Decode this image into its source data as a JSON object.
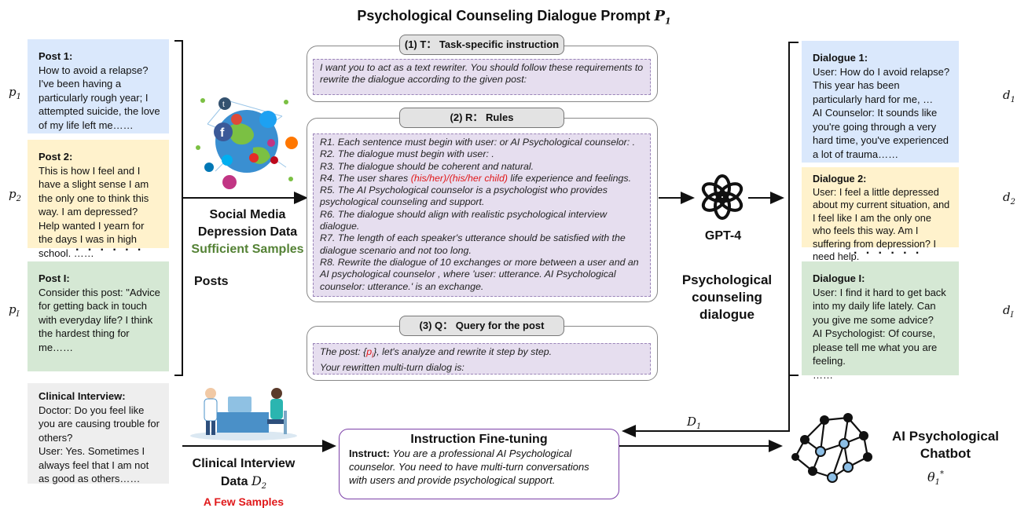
{
  "title": "Psychological Counseling Dialogue Prompt",
  "title_symbol": "P",
  "title_symbol_sub": "1",
  "posts": [
    {
      "header": "Post 1:",
      "text": "How to avoid a relapse? I've been having a particularly rough year; I attempted suicide, the love of my life left me……",
      "var": "p",
      "sub": "1"
    },
    {
      "header": "Post 2:",
      "text": "This is how I feel and I have a slight sense I am the only one to think this way. I am depressed? Help wanted I yearn for the days I was in high school. ……",
      "var": "p",
      "sub": "2"
    },
    {
      "header": "Post I:",
      "text": "Consider this post: \"Advice for getting back in touch with everyday life? I think the hardest thing for me……",
      "var": "p",
      "sub": "I"
    }
  ],
  "ellipsis": "· · · · · ·",
  "social_media": {
    "line1": "Social Media",
    "line2": "Depression Data",
    "samples": "Sufficient Samples",
    "posts_label": "Posts"
  },
  "prompt": {
    "task": {
      "tab": "(1) T： Task-specific instruction",
      "text": "I want you to act as a text rewriter. You should follow these requirements to rewrite the dialogue according to the given post:"
    },
    "rules": {
      "tab": "(2) R： Rules",
      "items": [
        "R1. Each sentence must begin with user: or AI Psychological counselor: .",
        "R2. The dialogue must begin with user: .",
        "R3. The dialogue should be coherent and natural.",
        "R4. The user shares (his/her)/(his/her child) life experience and feelings.",
        "R5. The AI Psychological counselor is a psychologist who provides psychological counseling and support.",
        "R6. The dialogue should align with realistic psychological interview dialogue.",
        "R7. The length of each speaker's utterance should be satisfied with the dialogue scenario and not too long.",
        "R8. Rewrite the dialogue of 10 exchanges or more between a user and an AI psychological counselor , where 'user: utterance. AI Psychological counselor: utterance.' is an exchange."
      ]
    },
    "query": {
      "tab": "(3) Q： Query for the post",
      "line1_a": "The post: {",
      "line1_var": "p",
      "line1_sub": "i",
      "line1_b": "}, let's analyze and rewrite it step by step.",
      "line2": "Your rewritten multi-turn dialog is:"
    }
  },
  "gpt": {
    "label": "GPT-4",
    "output_line1": "Psychological",
    "output_line2": "counseling",
    "output_line3": "dialogue"
  },
  "dialogues": [
    {
      "header": "Dialogue 1:",
      "text": "User: How do I avoid relapse? This year has been particularly hard for me, …\nAI Counselor: It sounds like you're going through a very hard time, you've experienced a lot of trauma……",
      "var": "d",
      "sub": "1"
    },
    {
      "header": "Dialogue 2:",
      "text": "User: I feel a little depressed about my current situation, and I feel like I am the only one who feels this way. Am I suffering from depression? I need help.\nAI Psychologist: You shared your life experiences and feelings ……",
      "var": "d",
      "sub": "2"
    },
    {
      "header": "Dialogue I:",
      "text": "User: I find it hard to get back into my daily life lately. Can you give me some advice?\nAI Psychologist: Of course, please tell me what you are feeling.\n……",
      "var": "d",
      "sub": "I"
    }
  ],
  "clinical": {
    "header": "Clinical Interview:",
    "text": "Doctor: Do you feel like you are causing trouble for others?\nUser: Yes. Sometimes I always feel that I am not as good as others……",
    "label1": "Clinical Interview",
    "label2": "Data",
    "label_var": "D",
    "label_sub": "2",
    "samples": "A Few Samples"
  },
  "finetune": {
    "title": "Instruction  Fine-tuning",
    "instruct_label": "Instruct:",
    "instruct": "You are a professional AI Psychological counselor. You need to have multi-turn conversations with users and provide psychological support."
  },
  "d1_label": {
    "var": "D",
    "sub": "1"
  },
  "chatbot": {
    "line1": "AI Psychological",
    "line2": "Chatbot",
    "var": "θ",
    "sub": "1",
    "sup": "*"
  },
  "colors": {
    "red": "#e0191b",
    "green": "#548235",
    "purple": "#7b3fa8",
    "blue_card": "#dae8fc",
    "yellow_card": "#fff2cc",
    "green_card": "#d5e8d4"
  }
}
